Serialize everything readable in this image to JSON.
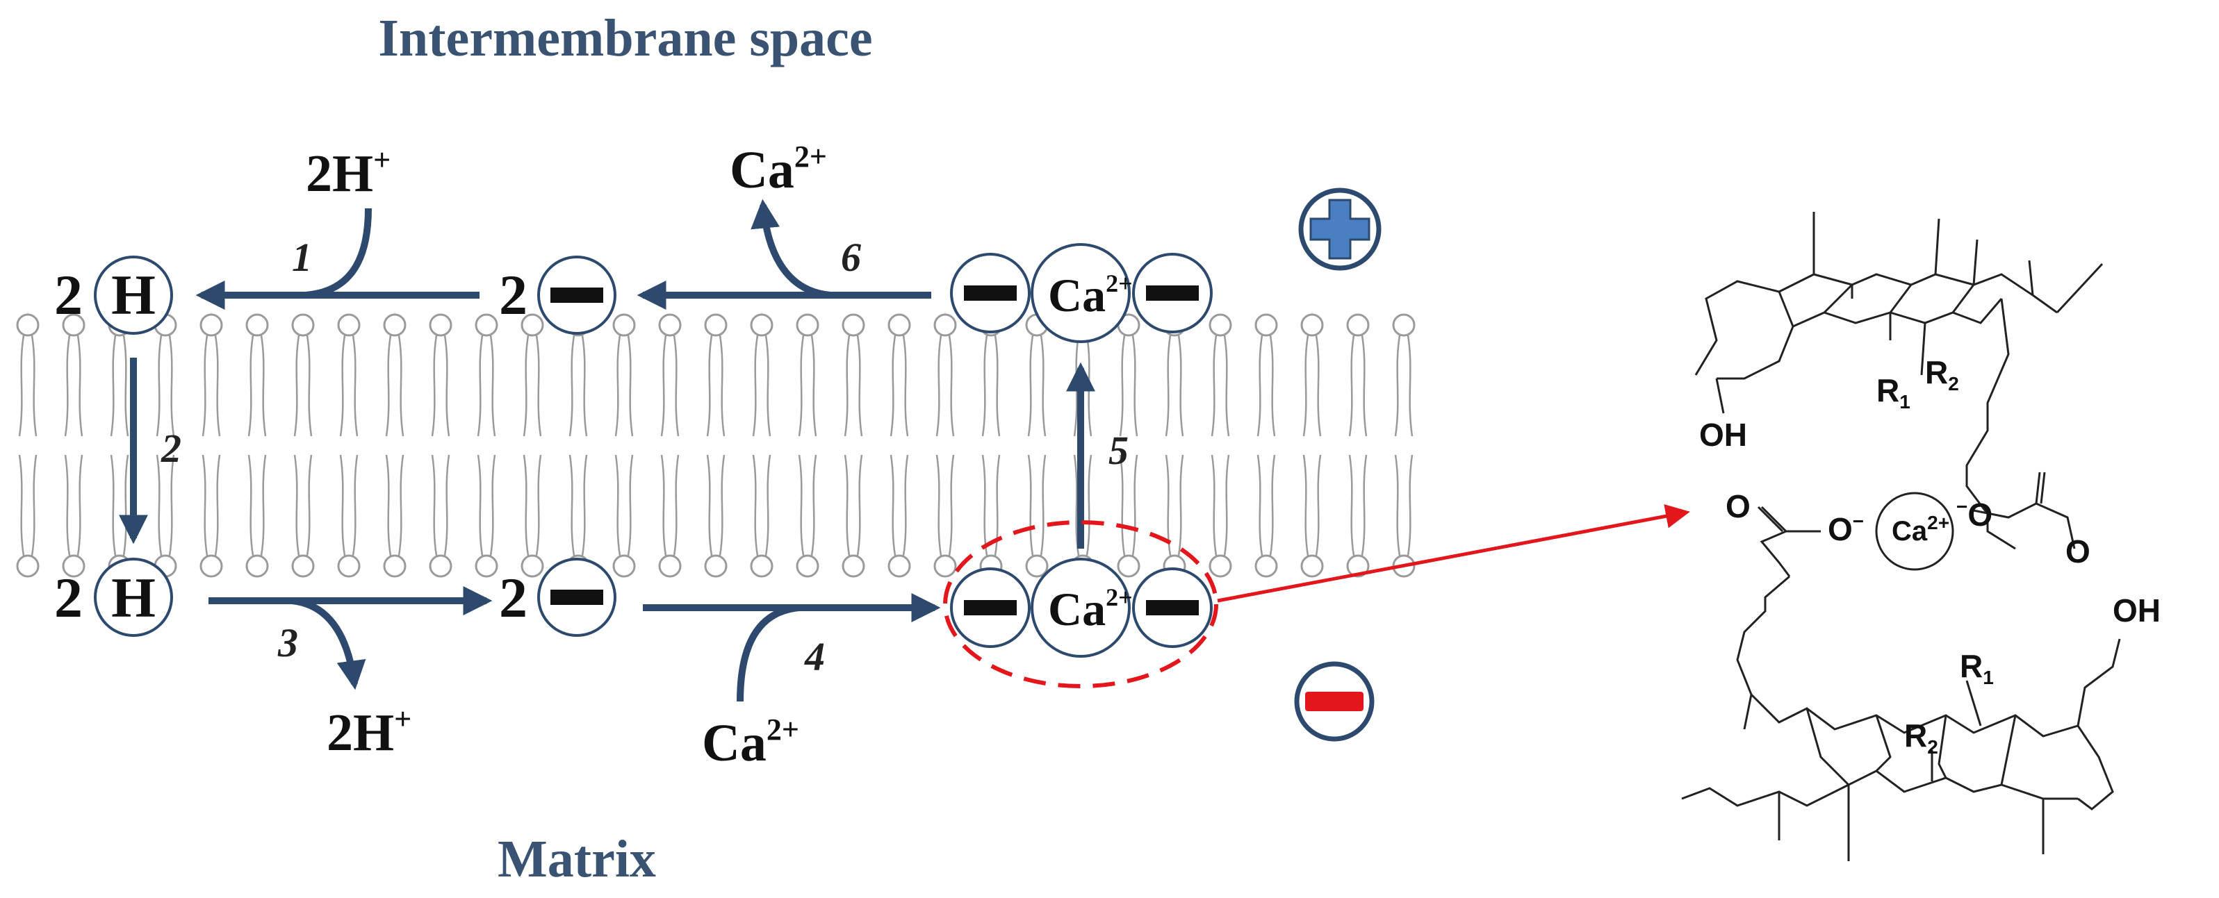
{
  "regions": {
    "top": "Intermembrane space",
    "bottom": "Matrix"
  },
  "ions": {
    "proton": "2H",
    "proton_charge": "+",
    "calcium": "Ca",
    "calcium_charge": "2+",
    "h_atom": "H",
    "stoich": "2"
  },
  "steps": [
    "1",
    "2",
    "3",
    "4",
    "5",
    "6"
  ],
  "structure": {
    "hydroxyl": "OH",
    "carboxylate_o": "O",
    "carboxyl_o": "O",
    "anion_sign": "−",
    "r1": "R",
    "r1_sub": "1",
    "r2": "R",
    "r2_sub": "2",
    "cation": "Ca",
    "cation_charge": "2+"
  },
  "colors": {
    "arrow": "#2d4a6e",
    "title": "#3a5373",
    "highlight": "#e3161b",
    "plus_badge": "#4a7fc1",
    "circle_stroke": "#2d4a6e",
    "lipid": "#9a9a9a"
  }
}
